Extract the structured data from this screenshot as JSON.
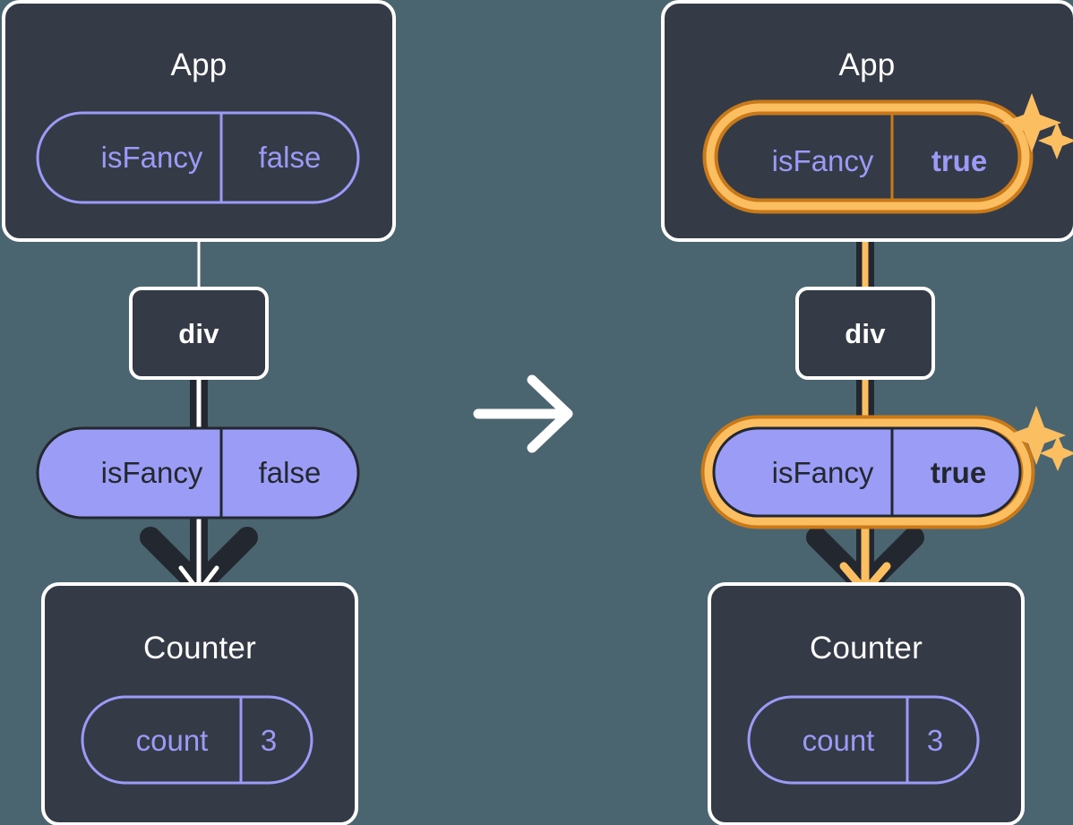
{
  "diagram": {
    "title": "React state update: isFancy toggles from false to true",
    "background_color": "#4b6570",
    "transition_icon": "right-arrow-icon",
    "colors": {
      "panel_fill": "#343a46",
      "panel_border": "#ffffff",
      "pill_outline": "#9b9bf7",
      "pill_solid_fill": "#9a9cf5",
      "pill_solid_border": "#23272f",
      "highlight_outer": "#c8791a",
      "highlight_inner": "#fbbf62",
      "edge_dark": "#23272f",
      "edge_light": "#ffffff",
      "sparkle": "#fbbf62"
    },
    "panels": [
      {
        "id": "before",
        "nodes": {
          "app": {
            "label": "App",
            "state": {
              "key": "isFancy",
              "value": "false",
              "highlighted": false,
              "bold_value": false,
              "style": "outline"
            }
          },
          "div": {
            "label": "div"
          },
          "prop": {
            "key": "isFancy",
            "value": "false",
            "highlighted": false,
            "bold_value": false,
            "style": "solid"
          },
          "counter": {
            "label": "Counter",
            "state": {
              "key": "count",
              "value": "3",
              "highlighted": false,
              "bold_value": false,
              "style": "outline"
            }
          }
        },
        "sparkles": []
      },
      {
        "id": "after",
        "nodes": {
          "app": {
            "label": "App",
            "state": {
              "key": "isFancy",
              "value": "true",
              "highlighted": true,
              "bold_value": true,
              "style": "outline"
            }
          },
          "div": {
            "label": "div"
          },
          "prop": {
            "key": "isFancy",
            "value": "true",
            "highlighted": true,
            "bold_value": true,
            "style": "solid"
          },
          "counter": {
            "label": "Counter",
            "state": {
              "key": "count",
              "value": "3",
              "highlighted": false,
              "bold_value": false,
              "style": "outline"
            }
          }
        },
        "sparkles": [
          {
            "name": "sparkle-app-state"
          },
          {
            "name": "sparkle-prop"
          }
        ]
      }
    ]
  }
}
